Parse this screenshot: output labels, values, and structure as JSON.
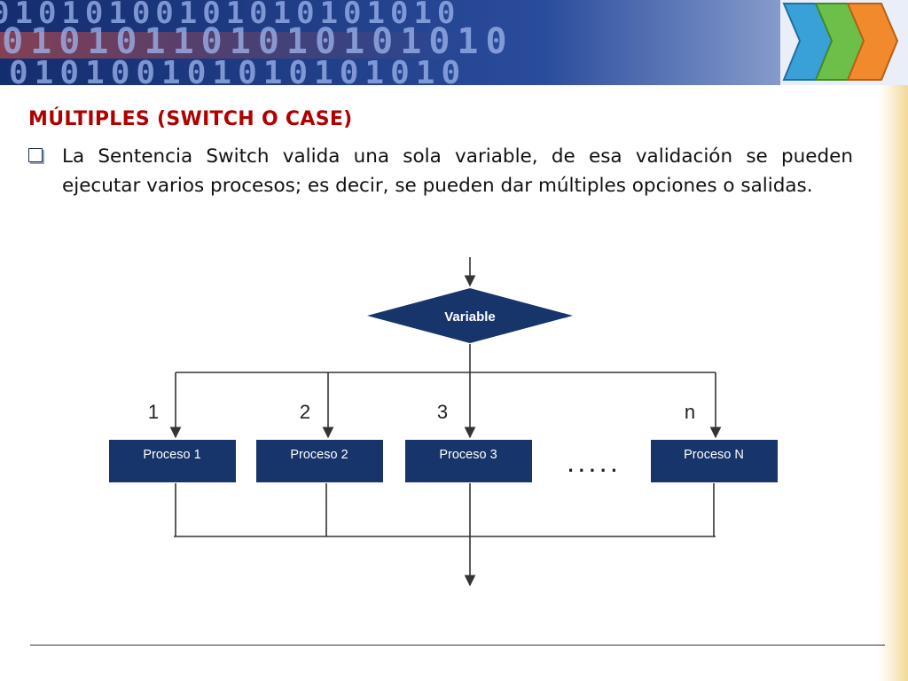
{
  "slide": {
    "title": "MÚLTIPLES (SWITCH O CASE)",
    "bullet_text": "La Sentencia Switch valida una sola variable, de esa validación se pueden ejecutar varios procesos; es decir, se pueden dar múltiples opciones o salidas."
  },
  "diagram": {
    "decision_label": "Variable",
    "branches": [
      {
        "case_label": "1",
        "process_label": "Proceso 1"
      },
      {
        "case_label": "2",
        "process_label": "Proceso 2"
      },
      {
        "case_label": "3",
        "process_label": "Proceso 3"
      },
      {
        "case_label": "n",
        "process_label": "Proceso N"
      }
    ],
    "ellipsis": ". . . . .",
    "colors": {
      "box_fill": "#17356b",
      "box_text": "#ffffff",
      "line": "#333333"
    }
  },
  "banner": {
    "digits_row_1": "01010100101010101010",
    "digits_row_2": "1010101101010101010",
    "digits_row_3": "010100101010101010",
    "colors": {
      "background": "#1f3f8f",
      "digits": "#8fa8e8",
      "chevron_blue": "#3aa0d8",
      "chevron_green": "#6cc04a",
      "chevron_orange": "#f08a2c"
    }
  }
}
